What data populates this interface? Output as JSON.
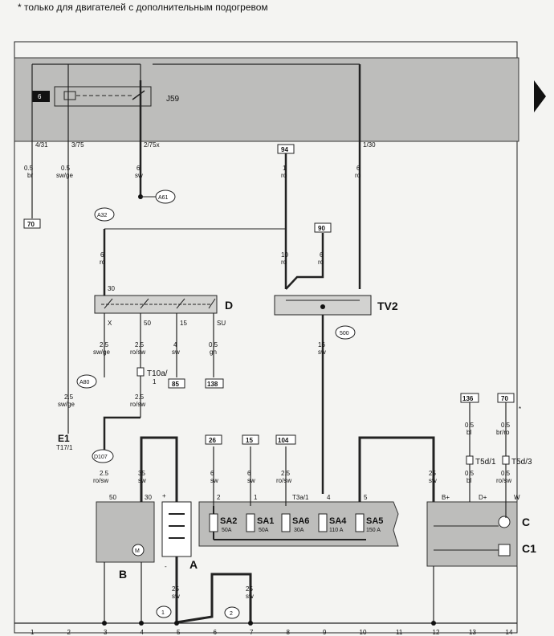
{
  "header_note": "* только для двигателей с дополнительным подогревом",
  "components": {
    "J59": "J59",
    "relay_term": "6",
    "D": "D",
    "TV2": "TV2",
    "E1": "E1",
    "E1_sub": "T17/1",
    "A": "A",
    "B": "B",
    "C": "C",
    "C1": "C1",
    "star": "*"
  },
  "refs": {
    "A61": "A61",
    "A32": "A32",
    "A80": "A80",
    "D107": "D107",
    "R500": "500",
    "R1": "1",
    "R2": "2"
  },
  "boxes": {
    "b70a": "70",
    "b94": "94",
    "b90": "90",
    "b85": "85",
    "b138": "138",
    "b26": "26",
    "b15": "15",
    "b104": "104",
    "b136": "136",
    "b70b": "70"
  },
  "pins": {
    "p431": "4/31",
    "p375": "3/75",
    "p275x": "2/75x",
    "p130": "1/30",
    "d30": "30",
    "dX": "X",
    "d50": "50",
    "d15": "15",
    "dSU": "SU",
    "b50": "50",
    "b30": "30",
    "plus": "+",
    "minus": "-",
    "sa2": "2",
    "sa1": "1",
    "sa3": "T3a/1",
    "sa4": "4",
    "sa5": "5",
    "cBplus": "B+",
    "cDplus": "D+",
    "cW": "W"
  },
  "fuses": [
    {
      "name": "SA2",
      "amp": "50A"
    },
    {
      "name": "SA1",
      "amp": "50A"
    },
    {
      "name": "SA6",
      "amp": "30A"
    },
    {
      "name": "SA4",
      "amp": "110 A"
    },
    {
      "name": "SA5",
      "amp": "150 A"
    }
  ],
  "wires": [
    {
      "size": "0.5",
      "color": "br"
    },
    {
      "size": "0.5",
      "color": "sw/ge"
    },
    {
      "size": "6",
      "color": "sw"
    },
    {
      "size": "1",
      "color": "ro"
    },
    {
      "size": "6",
      "color": "ro"
    },
    {
      "size": "6",
      "color": "ro"
    },
    {
      "size": "10",
      "color": "ro"
    },
    {
      "size": "6",
      "color": "ro"
    },
    {
      "size": "16",
      "color": "sw"
    },
    {
      "size": "2.5",
      "color": "sw/ge"
    },
    {
      "size": "2.5",
      "color": "ro/sw"
    },
    {
      "size": "4",
      "color": "sw"
    },
    {
      "size": "0.5",
      "color": "gn"
    },
    {
      "size": "2.5",
      "color": "sw/ge"
    },
    {
      "size": "2.5",
      "color": "ro/sw"
    },
    {
      "size": "2.5",
      "color": "ro/sw"
    },
    {
      "size": "35",
      "color": "sw"
    },
    {
      "size": "6",
      "color": "sw"
    },
    {
      "size": "6",
      "color": "sw"
    },
    {
      "size": "2.5",
      "color": "ro/sw"
    },
    {
      "size": "25",
      "color": "sw"
    },
    {
      "size": "0.5",
      "color": "bl"
    },
    {
      "size": "0.5",
      "color": "br/ro"
    },
    {
      "size": "0.5",
      "color": "bl"
    },
    {
      "size": "0.5",
      "color": "ro/sw"
    },
    {
      "size": "25",
      "color": "sw"
    },
    {
      "size": "25",
      "color": "sw"
    }
  ],
  "connectors": {
    "T10a": "T10a/",
    "T10a_sub": "1",
    "T5d1": "T5d/1",
    "T5d3": "T5d/3"
  },
  "bottom_numbers": [
    "1",
    "2",
    "3",
    "4",
    "5",
    "6",
    "7",
    "8",
    "9",
    "10",
    "11",
    "12",
    "13",
    "14"
  ]
}
